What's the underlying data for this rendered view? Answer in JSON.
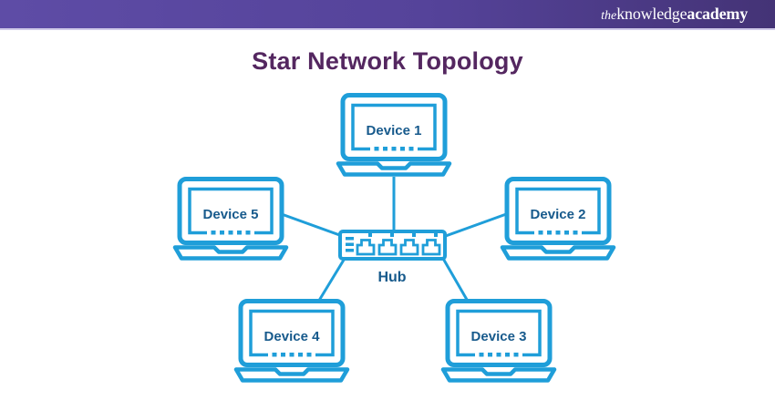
{
  "header": {
    "logo": {
      "prefix": "the",
      "word1": "knowledge",
      "word2": "academy"
    },
    "background_left": "#5e4ca6",
    "background_right": "#443376",
    "text_color": "#ffffff"
  },
  "title": "Star Network Topology",
  "diagram": {
    "type": "star-network-topology",
    "hub": {
      "label": "Hub",
      "ports": 4
    },
    "devices": [
      {
        "label": "Device 1",
        "position": "top"
      },
      {
        "label": "Device 2",
        "position": "right"
      },
      {
        "label": "Device 3",
        "position": "bottom-right"
      },
      {
        "label": "Device 4",
        "position": "bottom-left"
      },
      {
        "label": "Device 5",
        "position": "left"
      }
    ],
    "connections": [
      "Device 1 - Hub",
      "Device 2 - Hub",
      "Device 3 - Hub",
      "Device 4 - Hub",
      "Device 5 - Hub"
    ],
    "colors": {
      "outline_blue": "#1f9ed9",
      "label_text": "#175a8c",
      "title_text": "#542760"
    }
  }
}
